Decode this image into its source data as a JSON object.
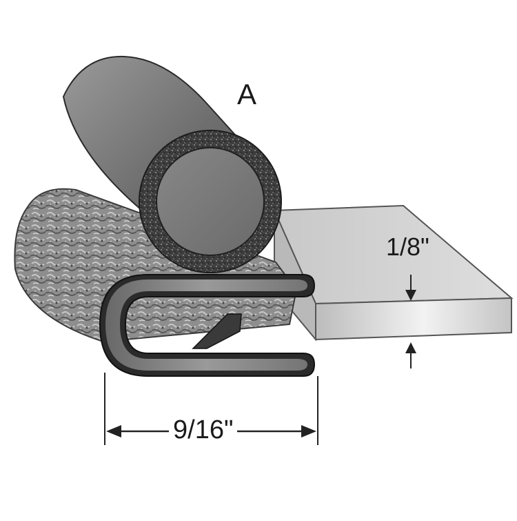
{
  "diagram": {
    "callout": "A",
    "dimensions": {
      "thickness": "1/8\"",
      "width": "9/16\""
    },
    "colors": {
      "bulb": "#7a7a7a",
      "foam": "#3a3a3a",
      "trim": "#2b2b2b",
      "flange": "#d2d2d2",
      "grip_texture": "#9a9a9a",
      "dimension_line": "#222222"
    }
  }
}
